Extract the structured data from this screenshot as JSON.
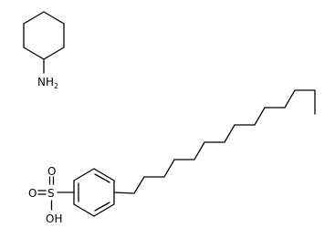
{
  "amine_group": {
    "atom": "NH",
    "subscript": "2"
  },
  "sulfonic_group": {
    "sulfur": "S",
    "oxygen_top": "O",
    "oxygen_left": "O",
    "hydroxyl": "OH"
  },
  "colors": {
    "bond": "#000000",
    "background": "#ffffff"
  }
}
